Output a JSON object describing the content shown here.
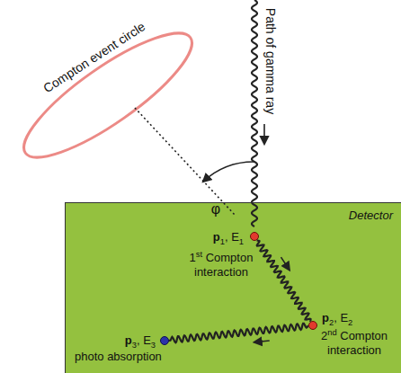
{
  "diagram": {
    "nodes": [
      {
        "text": [
          "Detector"
        ]
      },
      {
        "text": [
          "p1, E1",
          "1st Compton interaction"
        ],
        "in": 0
      },
      {
        "text": [
          "p2, E2",
          "2nd Compton interaction"
        ],
        "in": 0
      },
      {
        "text": [
          "p3, E3",
          "photo absorption"
        ],
        "in": 0
      }
    ],
    "edges": [
      {
        "from": 1,
        "to": 2,
        "arrow": "to"
      },
      {
        "from": 2,
        "to": 3,
        "arrow": "to"
      }
    ],
    "labels": [
      "Compton event circle",
      "Path of gamma ray",
      "φ"
    ]
  }
}
